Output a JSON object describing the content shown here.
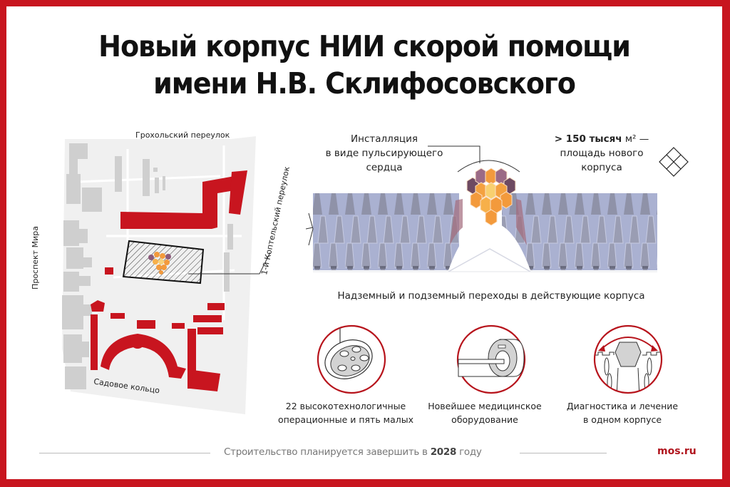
{
  "title": {
    "line1": "Новый корпус НИИ скорой помощи",
    "line2": "имени Н.В. Склифосовского"
  },
  "map": {
    "streets": {
      "north": "Грохольский переулок",
      "west": "Проспект Мира",
      "east": "1-й Коптельский переулок",
      "south": "Садовое кольцо"
    },
    "colors": {
      "existing_buildings": "#c8151f",
      "other_buildings": "#cfcfcf",
      "ground": "#efefef"
    }
  },
  "callouts": {
    "installation": {
      "line1": "Инсталляция",
      "line2": "в виде пульсирующего",
      "line3": "сердца"
    },
    "area": {
      "value": "> 150 тысяч",
      "unit": "м²",
      "dash": " —",
      "line2": "площадь нового",
      "line3": "корпуса",
      "icon": "floor-plan-diamond-icon"
    }
  },
  "transitions_caption": "Надземный и подземный переходы в действующие корпуса",
  "features": [
    {
      "icon": "surgical-lamp-icon",
      "line1": "22 высокотехнологичные",
      "line2": "операционные и пять малых"
    },
    {
      "icon": "mri-scanner-icon",
      "line1": "Новейшее медицинское",
      "line2": "оборудование"
    },
    {
      "icon": "building-diagnostics-icon",
      "line1": "Диагностика и лечение",
      "line2": "в одном корпусе"
    }
  ],
  "footer": {
    "text_before": "Строительство планируется завершить в ",
    "year": "2028",
    "text_after": " году",
    "brand": "mos.ru"
  },
  "colors": {
    "accent_red": "#c8151f",
    "facade": "#a9b0d0",
    "facade_dark": "#8e90a6",
    "heart_orange": "#f39a3c",
    "heart_purple": "#8b5a7a"
  }
}
